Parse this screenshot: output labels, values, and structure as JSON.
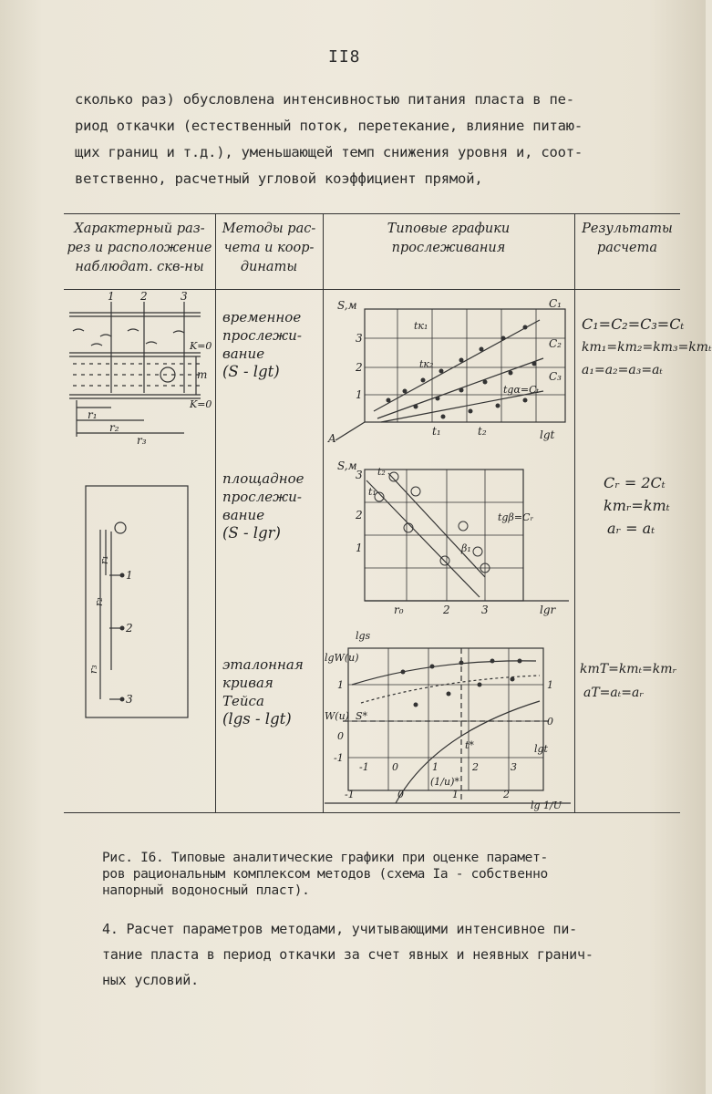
{
  "page_number": "II8",
  "intro_lines": [
    "сколько раз) обусловлена интенсивностью питания пласта в пе-",
    "риод откачки (естественный поток, перетекание, влияние питаю-",
    "щих границ и т.д.), уменьшающей темп снижения уровня и, соот-",
    "ветственно, расчетный угловой коэффициент прямой,"
  ],
  "table": {
    "headers": [
      "Характерный раз-\nрез и расположение\nнаблюдат. скв-ны",
      "Методы рас-\nчета и коор-\nдинаты",
      "Типовые графики\nпрослеживания",
      "Результаты\nрасчета"
    ],
    "methods": [
      {
        "name": "временное\nпрослежи-\nвание",
        "coords": "(S - lgt)"
      },
      {
        "name": "площадное\nпрослежи-\nвание",
        "coords": "(S - lgr)"
      },
      {
        "name": "эталонная\nкривая\nТейса",
        "coords": "(lgs - lgt)"
      }
    ],
    "results": [
      [
        "C₁=C₂=C₃=Cₜ",
        "km₁=km₂=km₃=kmₜ",
        "a₁=a₂=a₃=aₜ"
      ],
      [
        "Cᵣ = 2Cₜ",
        "kmᵣ=kmₜ",
        "aᵣ = aₜ"
      ],
      [
        "kmT=kmₜ=kmᵣ",
        "aT=aₜ=aᵣ"
      ]
    ],
    "section_labels": {
      "wells": [
        "1",
        "2",
        "3"
      ],
      "k0_top": "K=0",
      "k0_bottom": "K=0",
      "m": "m",
      "r1": "r₁",
      "r2": "r₂",
      "r3": "r₃"
    },
    "graph1_labels": {
      "y_axis": "S,м",
      "x_axis": "lgt",
      "c_labels": [
        "C₁",
        "C₂",
        "C₃"
      ],
      "t_labels": [
        "tк₁",
        "tк₂",
        "tgα=Cₜ",
        "t₁",
        "t₂"
      ],
      "y_ticks": [
        "3",
        "2",
        "1"
      ],
      "A": "A"
    },
    "graph2_labels": {
      "y_axis": "S,м",
      "x_axis": "lgr",
      "annot": "tgβ=Cᵣ",
      "y_ticks": [
        "3",
        "2",
        "1"
      ],
      "x_ticks": [
        "r₀",
        "2",
        "3"
      ],
      "t_labels": [
        "t₂",
        "t₁",
        "β₁"
      ]
    },
    "graph3_labels": {
      "y_axis_top": "lgs",
      "y_axis_left": "lgW(u)",
      "x_axis": "lgt",
      "x_axis_bottom": "lg 1/U",
      "w_label": "W(u)",
      "s_label": "S*",
      "t_label": "t*",
      "inv_u": "(1/u)*",
      "x_ticks_inner": [
        "-1",
        "0",
        "1",
        "2",
        "3"
      ],
      "x_ticks_outer": [
        "-1",
        "0",
        "1",
        "2"
      ],
      "y_ticks_right": [
        "1",
        "0"
      ],
      "y_ticks_left": [
        "1",
        "0",
        "-1"
      ]
    }
  },
  "caption_lines": [
    "Рис. I6. Типовые аналитические графики при оценке парамет-",
    "ров рациональным комплексом методов (схема Iа - собственно",
    "напорный водоносный пласт)."
  ],
  "section_lines": [
    "4. Расчет параметров методами, учитывающими интенсивное пи-",
    "тание пласта в период откачки за счет явных и неявных гранич-",
    "ных условий."
  ]
}
